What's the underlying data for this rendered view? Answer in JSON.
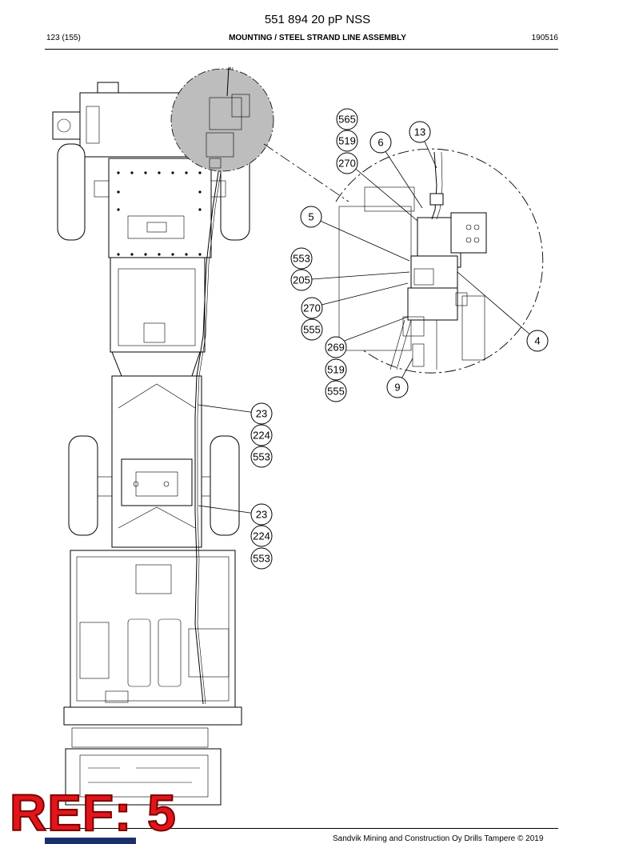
{
  "header": {
    "doc_number": "551 894 20 pP NSS",
    "page": "123 (155)",
    "title": "MOUNTING / STEEL STRAND LINE ASSEMBLY",
    "date": "190516"
  },
  "callouts": {
    "c565": "565",
    "c519a": "519",
    "c270a": "270",
    "c13": "13",
    "c6": "6",
    "c5": "5",
    "c553a": "553",
    "c205": "205",
    "c270b": "270",
    "c555a": "555",
    "c269": "269",
    "c519b": "519",
    "c555b": "555",
    "c9": "9",
    "c4": "4",
    "c23a": "23",
    "c224a": "224",
    "c553b": "553",
    "c23b": "23",
    "c224b": "224",
    "c553c": "553"
  },
  "ref_stamp": "REF: 5",
  "footer": {
    "copyright": "Sandvik Mining and Construction Oy Drills Tampere © 2019"
  }
}
